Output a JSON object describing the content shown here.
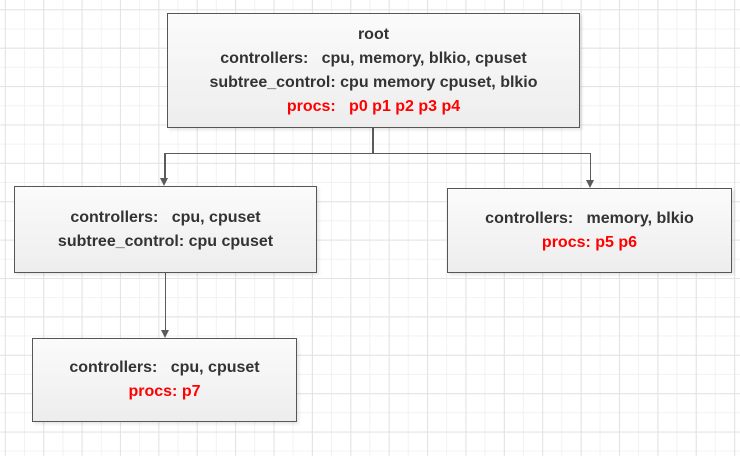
{
  "colors": {
    "node_border": "#565656",
    "node_fill_top": "#fbfbfb",
    "node_fill_bottom": "#ededed",
    "text_dark": "#333333",
    "text_red": "#ff0000",
    "connector": "#5b5b5b",
    "grid_major": "#e3e3e3",
    "grid_minor": "#f2f2f2"
  },
  "nodes": {
    "root": {
      "title": "root",
      "controllers_line": "controllers:   cpu, memory, blkio, cpuset",
      "subtree_line": "subtree_control: cpu memory cpuset, blkio",
      "procs_line": "procs:   p0 p1 p2 p3 p4"
    },
    "left_child": {
      "controllers_line": "controllers:   cpu, cpuset",
      "subtree_line": "subtree_control: cpu cpuset"
    },
    "right_child": {
      "controllers_line": "controllers:   memory, blkio",
      "procs_line": "procs: p5 p6"
    },
    "grandchild": {
      "controllers_line": "controllers:   cpu, cpuset",
      "procs_line": "procs: p7"
    }
  }
}
